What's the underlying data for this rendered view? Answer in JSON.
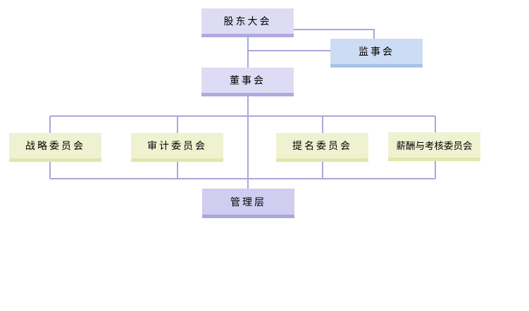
{
  "diagram": {
    "type": "org-chart",
    "nodes": {
      "shareholders": "股东大会",
      "supervisors": "监事会",
      "board": "董事会",
      "strategy": "战略委员会",
      "audit": "审计委员会",
      "nomination": "提名委员会",
      "compensation": "薪酬与考核委员会",
      "management": "管理层"
    },
    "edges": [
      [
        "股东大会",
        "监事会"
      ],
      [
        "股东大会",
        "董事会"
      ],
      [
        "监事会",
        "董事会"
      ],
      [
        "董事会",
        "战略委员会"
      ],
      [
        "董事会",
        "审计委员会"
      ],
      [
        "董事会",
        "提名委员会"
      ],
      [
        "董事会",
        "薪酬与考核委员会"
      ],
      [
        "董事会",
        "管理层"
      ],
      [
        "战略委员会",
        "管理层"
      ],
      [
        "审计委员会",
        "管理层"
      ],
      [
        "提名委员会",
        "管理层"
      ],
      [
        "薪酬与考核委员会",
        "管理层"
      ]
    ],
    "colors": {
      "governance_fill": "#dedcf4",
      "supervisor_fill": "#ccdcf2",
      "committee_fill": "#eff2d0",
      "management_fill": "#d0cdf0",
      "connector": "#a9a7dc"
    }
  }
}
